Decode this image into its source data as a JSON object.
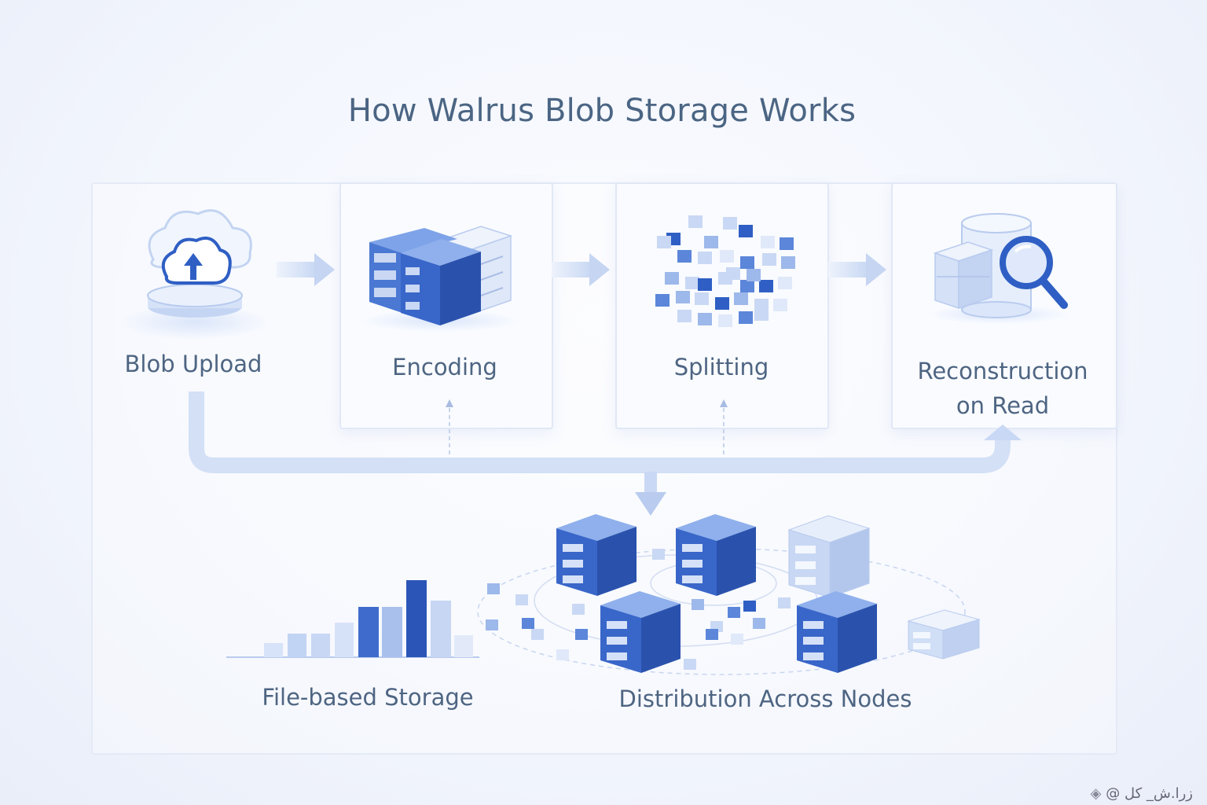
{
  "title": "How Walrus Blob Storage Works",
  "steps": [
    {
      "label": "Blob Upload",
      "icon": "cloud-upload-icon"
    },
    {
      "label": "Encoding",
      "icon": "encoding-blocks-icon"
    },
    {
      "label": "Splitting",
      "icon": "fragments-icon"
    },
    {
      "label_line1": "Reconstruction",
      "label_line2": "on Read",
      "icon": "database-search-icon"
    }
  ],
  "bottom": {
    "file_storage_label": "File-based Storage",
    "distribution_label": "Distribution Across Nodes"
  },
  "watermark": "@ زرا.ش_ کل",
  "colors": {
    "accent_dark": "#2f5fc4",
    "accent_mid": "#5b86d9",
    "accent_light": "#c9d8f4",
    "text": "#4e6582",
    "arrow": "#cfdcf4"
  }
}
